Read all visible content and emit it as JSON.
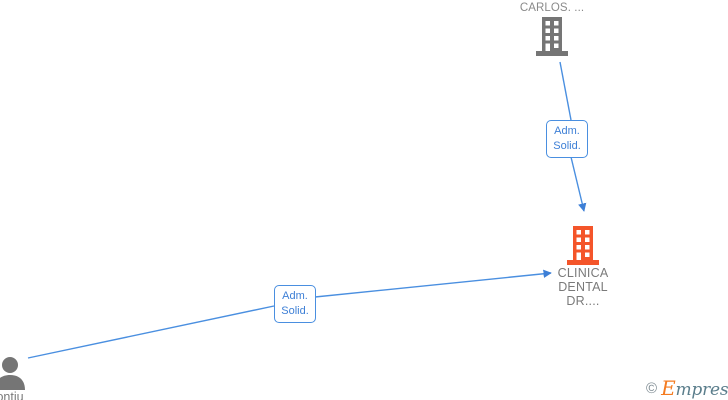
{
  "diagram": {
    "background": "#ffffff",
    "edge_color": "#3d7fd6",
    "nodes": [
      {
        "id": "carlos",
        "icon": "building-icon",
        "icon_color": "#757575",
        "label": "CARLOS. ...",
        "label_position": "top"
      },
      {
        "id": "clinica-dental",
        "icon": "building-icon",
        "icon_color": "#f4552a",
        "label_lines": [
          "CLINICA",
          "DENTAL",
          "DR...."
        ],
        "label_position": "bottom"
      },
      {
        "id": "person",
        "icon": "person-icon",
        "icon_color": "#757575",
        "label": "ontiu",
        "label_position": "bottom"
      }
    ],
    "edges": [
      {
        "id": "edge-carlos-clinica",
        "from": "carlos",
        "to": "clinica-dental",
        "label_lines": [
          "Adm.",
          "Solid."
        ],
        "label_border": "#4a8fe0",
        "label_text_color": "#3d7fd6"
      },
      {
        "id": "edge-person-clinica",
        "from": "person",
        "to": "clinica-dental",
        "label_lines": [
          "Adm.",
          "Solid."
        ],
        "label_border": "#4a8fe0",
        "label_text_color": "#3d7fd6"
      }
    ]
  },
  "watermark": {
    "copyright": "©",
    "brand_first": "E",
    "brand_rest": "mpresia",
    "brand_first_color": "#f47b20",
    "brand_rest_color": "#5b7e8c"
  }
}
